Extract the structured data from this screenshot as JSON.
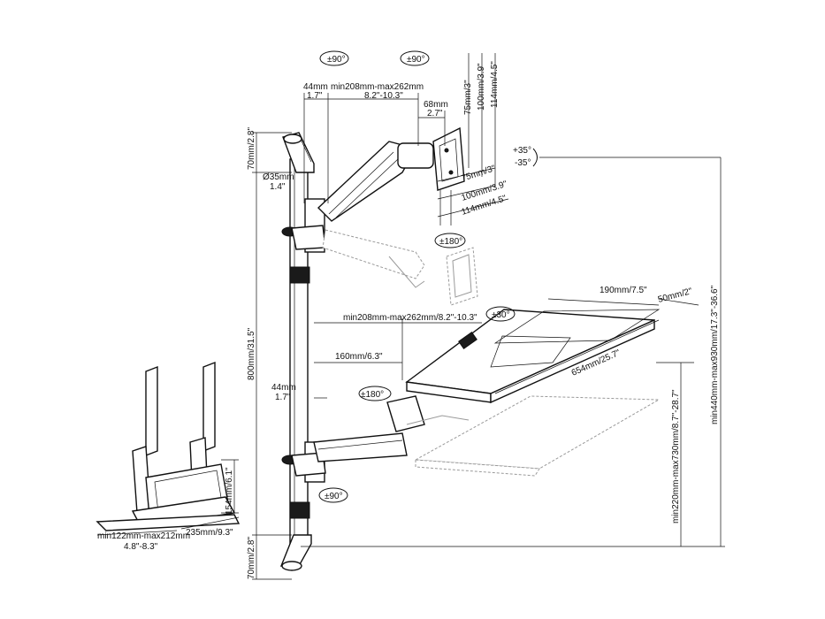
{
  "dimensions": {
    "arm_offset_top": "44mm",
    "arm_offset_top_in": "1.7\"",
    "arm_reach_top": "min208mm-max262mm",
    "arm_reach_top_in": "8.2\"-10.3\"",
    "rot_left_top": "±90°",
    "rot_right_top": "±90°",
    "vesa_offset": "68mm",
    "vesa_offset_in": "2.7\"",
    "vesa_75_v": "75mm/3\"",
    "vesa_100_v": "100mm/3.9\"",
    "vesa_114_v": "114mm/4.5\"",
    "vesa_75_h": "75mm/3\"",
    "vesa_100_h": "100mm/3.9\"",
    "vesa_114_h": "114mm/4.5\"",
    "tilt_up": "+35°",
    "tilt_down": "-35°",
    "pole_diameter": "Ø35mm",
    "pole_diameter_in": "1.4\"",
    "bracket_top_height": "70mm/2.8\"",
    "bracket_bottom_height": "70mm/2.8\"",
    "pole_height": "800mm/31.5\"",
    "vesa_rotate": "±180°",
    "kb_arm_reach": "min208mm-max262mm/8.2\"-10.3\"",
    "kb_tilt": "±30°",
    "kb_arm_160": "160mm/6.3\"",
    "kb_offset": "44mm",
    "kb_offset_in": "1.7\"",
    "kb_rotate": "±180°",
    "kb_arm_rot": "±90°",
    "tray_depth": "190mm/7.5\"",
    "mouse_ext": "50mm/2\"",
    "tray_width": "654mm/25.7\"",
    "total_height": "min440mm-max930mm/17.3\"-36.6\"",
    "kb_height": "min220mm-max730mm/8.7\"-28.7\"",
    "cpu_height": "154mm/6.1\"",
    "cpu_depth": "235mm/9.3\"",
    "cpu_width": "min122mm-max212mm",
    "cpu_width_in": "4.8\"-8.3\""
  }
}
